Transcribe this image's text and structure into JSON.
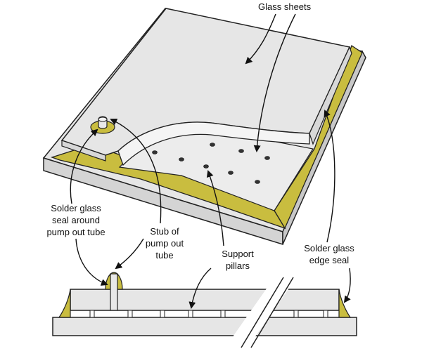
{
  "labels": {
    "glass_sheets": "Glass sheets",
    "solder_seal_line1": "Solder glass",
    "solder_seal_line2": "seal around",
    "solder_seal_line3": "pump out tube",
    "stub_line1": "Stub of",
    "stub_line2": "pump out",
    "stub_line3": "tube",
    "pillars_line1": "Support",
    "pillars_line2": "pillars",
    "edge_seal_line1": "Solder glass",
    "edge_seal_line2": "edge seal"
  },
  "colors": {
    "glass": "#e6e6e6",
    "glass_light": "#f2f2f2",
    "solder": "#c9bd3f",
    "solder_shadow": "#a99c2c",
    "outline": "#222222"
  }
}
